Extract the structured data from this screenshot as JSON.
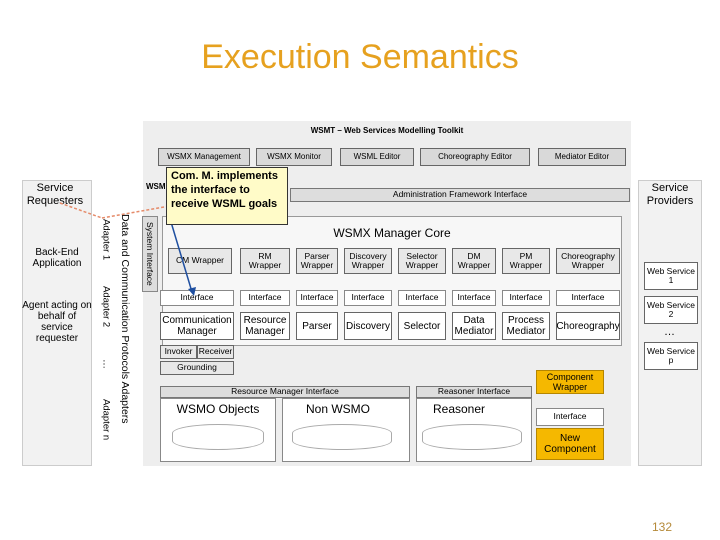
{
  "title": "Execution Semantics",
  "toolkit": {
    "title": "WSMT – Web Services Modelling Toolkit",
    "tabs": [
      "WSMX Management",
      "WSMX Monitor",
      "WSML Editor",
      "Choreography Editor",
      "Mediator Editor"
    ],
    "wsmx_stub": "WSM"
  },
  "tooltip": "Com. M. implements the interface to receive WSML goals",
  "admin_interface": "Administration Framework Interface",
  "core_title": "WSMX Manager Core",
  "requesters": {
    "title": "Service Requesters",
    "items": [
      "Back-End Application",
      "Agent acting on behalf of service requester"
    ]
  },
  "providers": {
    "title": "Service Providers",
    "items": [
      "Web Service 1",
      "Web Service 2",
      "…",
      "Web Service p"
    ]
  },
  "adapters": {
    "main": "Data and Communication Protocols Adapters",
    "items": [
      "Adapter 1",
      "Adapter 2",
      "…",
      "Adapter n"
    ]
  },
  "system_interface": "System Interface",
  "wrappers": [
    "CM Wrapper",
    "RM Wrapper",
    "Parser Wrapper",
    "Discovery Wrapper",
    "Selector Wrapper",
    "DM Wrapper",
    "PM Wrapper",
    "Choreography Wrapper"
  ],
  "interfaces": [
    "Interface",
    "Interface",
    "Interface",
    "Interface",
    "Interface",
    "Interface",
    "Interface",
    "Interface"
  ],
  "components": [
    "Communication Manager",
    "Resource Manager",
    "Parser",
    "Discovery",
    "Selector",
    "Data Mediator",
    "Process Mediator",
    "Choreography"
  ],
  "invoker": "Invoker",
  "receiver": "Receiver",
  "grounding": "Grounding",
  "resource_interface": "Resource Manager Interface",
  "reasoner_interface": "Reasoner Interface",
  "stores": [
    "WSMO Objects",
    "Non WSMO",
    "Reasoner"
  ],
  "component_wrapper": "Component Wrapper",
  "new_interface": "Interface",
  "new_component": "New Component",
  "page_number": "132",
  "colors": {
    "title": "#e6a11f",
    "accent_orange": "#f5b800",
    "panel": "#eeeeee",
    "tooltip": "#fffbc8"
  }
}
